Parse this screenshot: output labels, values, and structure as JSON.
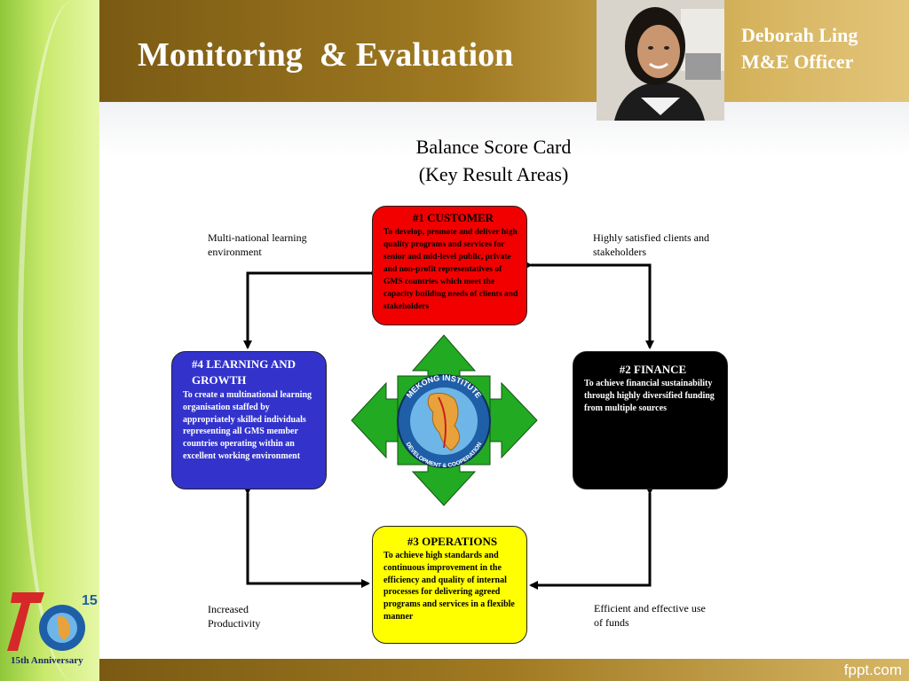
{
  "slide": {
    "title": "Monitoring  & Evaluation",
    "presenter_name": "Deborah Ling",
    "presenter_role": "M&E Officer",
    "heading_line1": "Balance Score Card",
    "heading_line2": "(Key Result Areas)",
    "footer_brand": "fppt.com",
    "anniversary_label": "15th Anniversary",
    "logo_number": "15"
  },
  "diagram": {
    "center_logo": {
      "ring_text_top": "MEKONG INSTITUTE",
      "ring_text_bottom": "DEVELOPMENT & COOPERATION"
    },
    "boxes": {
      "customer": {
        "title": "#1 CUSTOMER",
        "body": "To develop, promote and deliver high quality programs and services for senior and mid-level public, private and non-profit representatives of GMS countries which meet the capacity building needs of clients and stakeholders",
        "color": "#f20000"
      },
      "finance": {
        "title": "#2 FINANCE",
        "body": "To achieve financial sustainability through highly diversified funding from multiple sources",
        "color": "#000000"
      },
      "operations": {
        "title": "#3 OPERATIONS",
        "body": "To achieve high standards and continuous improvement in the efficiency and quality of internal processes for delivering agreed programs and services in a flexible manner",
        "color": "#ffff00"
      },
      "learning": {
        "title": "#4 LEARNING AND GROWTH",
        "body": "To create a multinational learning organisation staffed by appropriately skilled individuals representing all GMS member countries operating within an excellent working environment",
        "color": "#3333cc"
      }
    },
    "notes": {
      "top_left": "Multi-national learning environment",
      "top_right": "Highly satisfied clients and stakeholders",
      "bottom_left": "Increased Productivity",
      "bottom_right": "Efficient and effective use of funds"
    },
    "colors": {
      "arrow_green": "#22aa22",
      "connector": "#000000"
    }
  }
}
